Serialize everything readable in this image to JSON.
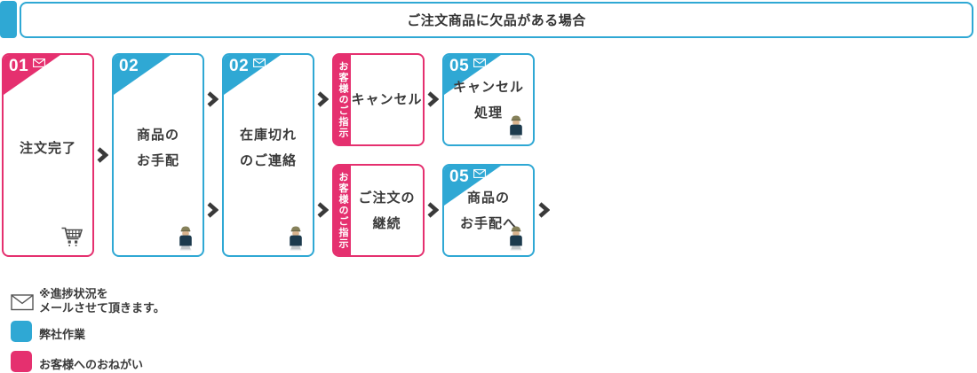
{
  "colors": {
    "cyan": "#2FA8D4",
    "pink": "#E5306F",
    "text": "#3A3A3A",
    "icon_grey": "#4D4D4D"
  },
  "header": {
    "title": "ご注文商品に欠品がある場合"
  },
  "flow": {
    "step1": {
      "number": "01",
      "has_mail_icon": true,
      "label_line1": "注文完了",
      "icon": "cart-icon",
      "theme": "pink"
    },
    "step2": {
      "number": "02",
      "has_mail_icon": false,
      "label_line1": "商品の",
      "label_line2": "お手配",
      "icon": "person-icon",
      "theme": "cyan"
    },
    "step3": {
      "number": "02",
      "has_mail_icon": true,
      "label_line1": "在庫切れ",
      "label_line2": "のご連絡",
      "icon": "person-icon",
      "theme": "cyan"
    },
    "branch_top": {
      "strip_label": "お客様のご指示",
      "label_line1": "キャンセル",
      "theme": "pink"
    },
    "branch_bottom": {
      "strip_label": "お客様のご指示",
      "label_line1": "ご注文の",
      "label_line2": "継続",
      "theme": "pink"
    },
    "result_top": {
      "number": "05",
      "has_mail_icon": true,
      "label_line1": "キャンセル",
      "label_line2": "処理",
      "icon": "person-icon",
      "theme": "cyan"
    },
    "result_bottom": {
      "number": "05",
      "has_mail_icon": true,
      "label_line1": "商品の",
      "label_line2": "お手配へ",
      "icon": "person-icon",
      "theme": "cyan"
    }
  },
  "legend": {
    "mail_icon": "envelope-icon",
    "mail_note_line1": "※進捗状況を",
    "mail_note_line2": "メールさせて頂きます。",
    "company_work_label": "弊社作業",
    "customer_request_label": "お客様へのおねがい"
  }
}
